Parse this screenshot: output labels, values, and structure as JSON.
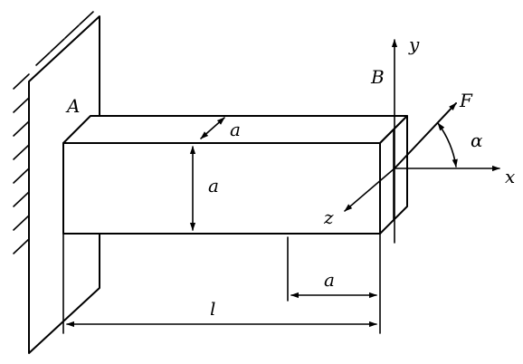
{
  "labels": {
    "point_a": "A",
    "point_b": "B",
    "axis_x": "x",
    "axis_y": "y",
    "axis_z": "z",
    "force": "F",
    "angle": "α",
    "depth": "a",
    "height": "a",
    "offset": "a",
    "length": "l"
  }
}
